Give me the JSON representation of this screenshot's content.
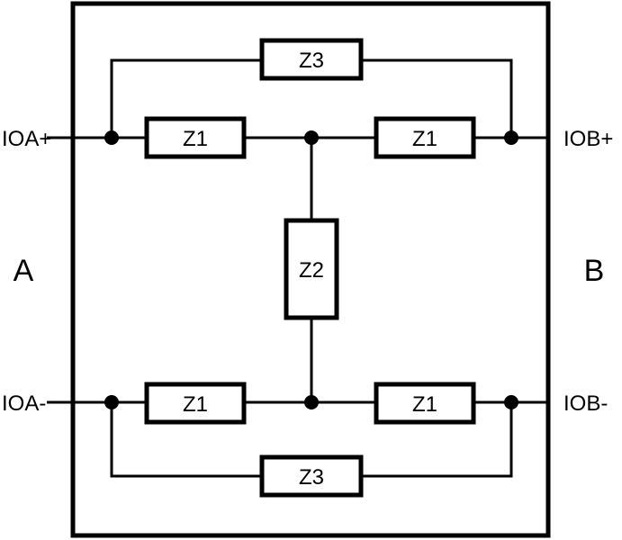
{
  "diagram": {
    "side_labels": {
      "left": "A",
      "right": "B"
    },
    "ports": {
      "left_top": "IOA+",
      "left_bottom": "IOA-",
      "right_top": "IOB+",
      "right_bottom": "IOB-"
    },
    "components": {
      "top_bridge": "Z3",
      "top_left": "Z1",
      "top_right": "Z1",
      "center_shunt": "Z2",
      "bottom_left": "Z1",
      "bottom_right": "Z1",
      "bottom_bridge": "Z3"
    }
  }
}
